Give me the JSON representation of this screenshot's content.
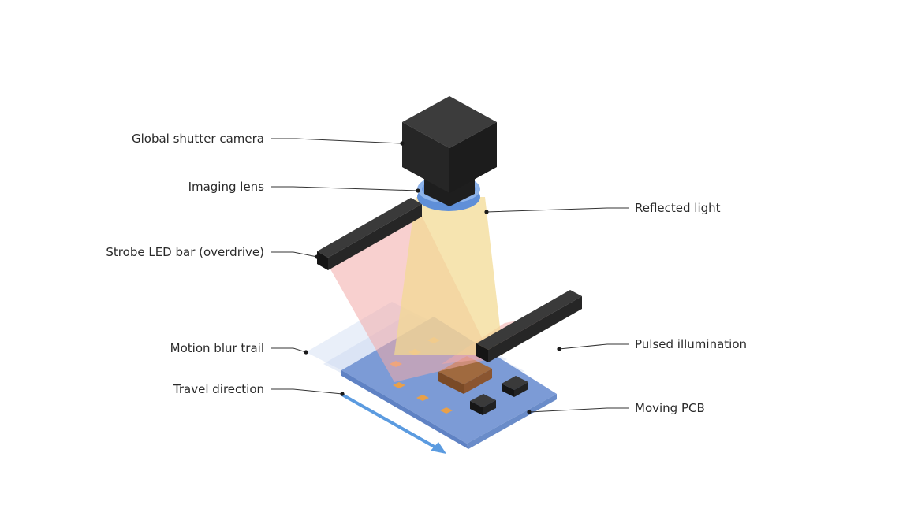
{
  "labels": {
    "camera": "Global shutter camera",
    "lens": "Imaging lens",
    "strobe": "Strobe LED bar (overdrive)",
    "blur": "Motion blur trail",
    "travel": "Travel direction",
    "reflected": "Reflected light",
    "pulsed": "Pulsed illumination",
    "pcb": "Moving PCB"
  },
  "colors": {
    "camera_body": "#262626",
    "lens": "#6f9be0",
    "reflected_light": "#f3d992",
    "illumination": "#f2aaa8",
    "pcb": "#7c9bd6",
    "chip": "#8a5530",
    "pad": "#e8a04a",
    "arrow": "#5b9be0",
    "blur_trail": "#d9e3f5"
  }
}
